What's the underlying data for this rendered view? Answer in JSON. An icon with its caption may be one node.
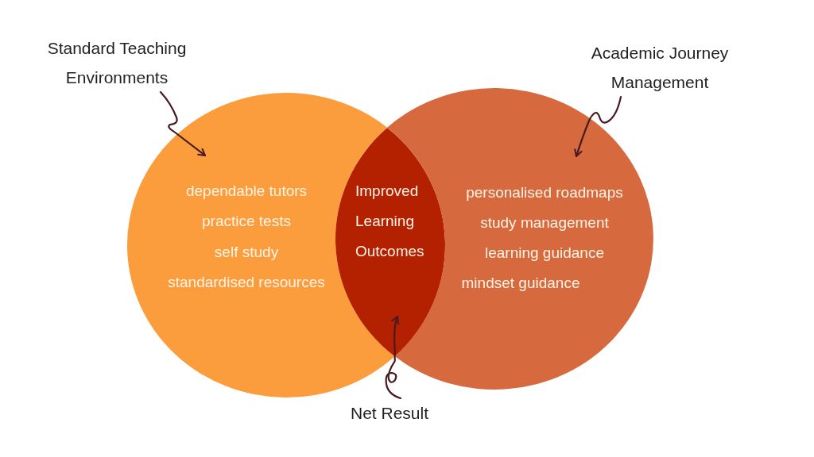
{
  "diagram": {
    "nodes": [
      {
        "text": [
          "Standard Teaching Environments"
        ]
      },
      {
        "text": [
          "Academic Journey Management"
        ]
      },
      {
        "text": [
          "dependable tutors",
          "practice tests",
          "self study",
          "standardised resources"
        ]
      },
      {
        "text": [
          "Improved Learning Outcomes"
        ]
      },
      {
        "text": [
          "personalised roadmaps",
          "study management",
          "learning guidance",
          "mindset guidance"
        ]
      },
      {
        "text": [
          "Net Result"
        ]
      }
    ],
    "edges": [
      {
        "from": 0,
        "to": 2,
        "arrow": "to"
      },
      {
        "from": 1,
        "to": 4,
        "arrow": "to"
      },
      {
        "from": 5,
        "to": 3,
        "arrow": "to"
      }
    ]
  }
}
